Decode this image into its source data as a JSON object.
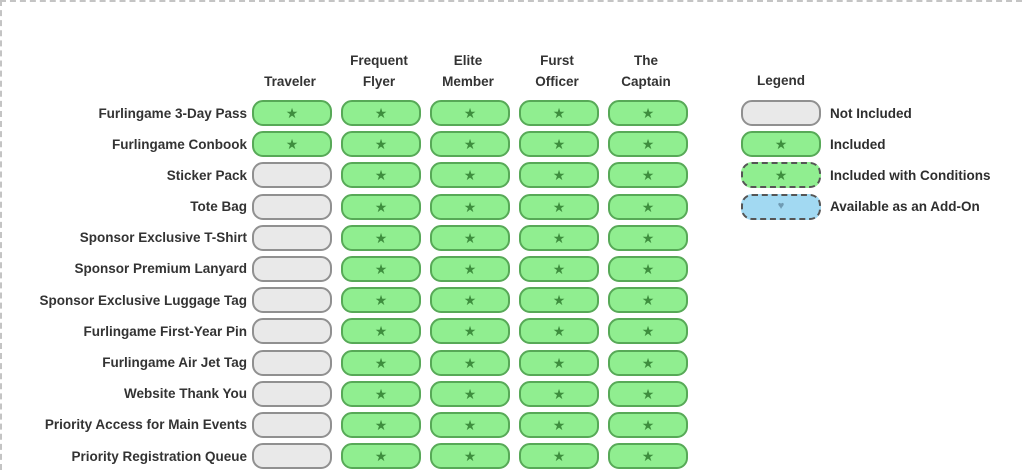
{
  "page": {
    "background": "#ffffff",
    "frame_border_color": "#c4c4c4",
    "text_color": "#333333"
  },
  "header": {
    "columns": [
      {
        "id": "traveler",
        "lines": [
          "Traveler"
        ]
      },
      {
        "id": "frequent-flyer",
        "lines": [
          "Frequent",
          "Flyer"
        ]
      },
      {
        "id": "elite-member",
        "lines": [
          "Elite",
          "Member"
        ]
      },
      {
        "id": "furst-officer",
        "lines": [
          "Furst",
          "Officer"
        ]
      },
      {
        "id": "the-captain",
        "lines": [
          "The",
          "Captain"
        ]
      }
    ]
  },
  "legend": {
    "title": "Legend"
  },
  "statuses": {
    "not_included": {
      "fill": "#e9e9e9",
      "border": "#909090",
      "border_style": "solid",
      "glyph": "",
      "icon": "",
      "glyph_color": ""
    },
    "included": {
      "fill": "#90ee90",
      "border": "#57a957",
      "border_style": "solid",
      "glyph": "★",
      "icon": "star-icon",
      "glyph_color": "#3e8e3e"
    },
    "included_conditions": {
      "fill": "#90ee90",
      "border": "#555555",
      "border_style": "dashed",
      "glyph": "★",
      "icon": "star-icon",
      "glyph_color": "#3e8e3e"
    },
    "addon": {
      "fill": "#a2d9f2",
      "border": "#555555",
      "border_style": "dashed",
      "glyph": "♥",
      "icon": "heart-icon",
      "glyph_color": "#6f9bb3"
    }
  },
  "chart_data": {
    "type": "table",
    "title": "",
    "columns": [
      "Traveler",
      "Frequent Flyer",
      "Elite Member",
      "Furst Officer",
      "The Captain"
    ],
    "rows": [
      {
        "label": "Furlingame 3-Day Pass",
        "values": [
          "included",
          "included",
          "included",
          "included",
          "included"
        ]
      },
      {
        "label": "Furlingame Conbook",
        "values": [
          "included",
          "included",
          "included",
          "included",
          "included"
        ]
      },
      {
        "label": "Sticker Pack",
        "values": [
          "not_included",
          "included",
          "included",
          "included",
          "included"
        ]
      },
      {
        "label": "Tote Bag",
        "values": [
          "not_included",
          "included",
          "included",
          "included",
          "included"
        ]
      },
      {
        "label": "Sponsor Exclusive T-Shirt",
        "values": [
          "not_included",
          "included",
          "included",
          "included",
          "included"
        ]
      },
      {
        "label": "Sponsor Premium Lanyard",
        "values": [
          "not_included",
          "included",
          "included",
          "included",
          "included"
        ]
      },
      {
        "label": "Sponsor Exclusive Luggage Tag",
        "values": [
          "not_included",
          "included",
          "included",
          "included",
          "included"
        ]
      },
      {
        "label": "Furlingame First-Year Pin",
        "values": [
          "not_included",
          "included",
          "included",
          "included",
          "included"
        ]
      },
      {
        "label": "Furlingame Air Jet Tag",
        "values": [
          "not_included",
          "included",
          "included",
          "included",
          "included"
        ]
      },
      {
        "label": "Website Thank You",
        "values": [
          "not_included",
          "included",
          "included",
          "included",
          "included"
        ]
      },
      {
        "label": "Priority Access for Main Events",
        "values": [
          "not_included",
          "included",
          "included",
          "included",
          "included"
        ]
      },
      {
        "label": "Priority Registration Queue",
        "values": [
          "not_included",
          "included",
          "included",
          "included",
          "included"
        ]
      }
    ],
    "legend": [
      {
        "status": "not_included",
        "label": "Not Included"
      },
      {
        "status": "included",
        "label": "Included"
      },
      {
        "status": "included_conditions",
        "label": "Included with Conditions"
      },
      {
        "status": "addon",
        "label": "Available as an Add-On"
      }
    ],
    "legend_position": "right",
    "grid": false
  }
}
